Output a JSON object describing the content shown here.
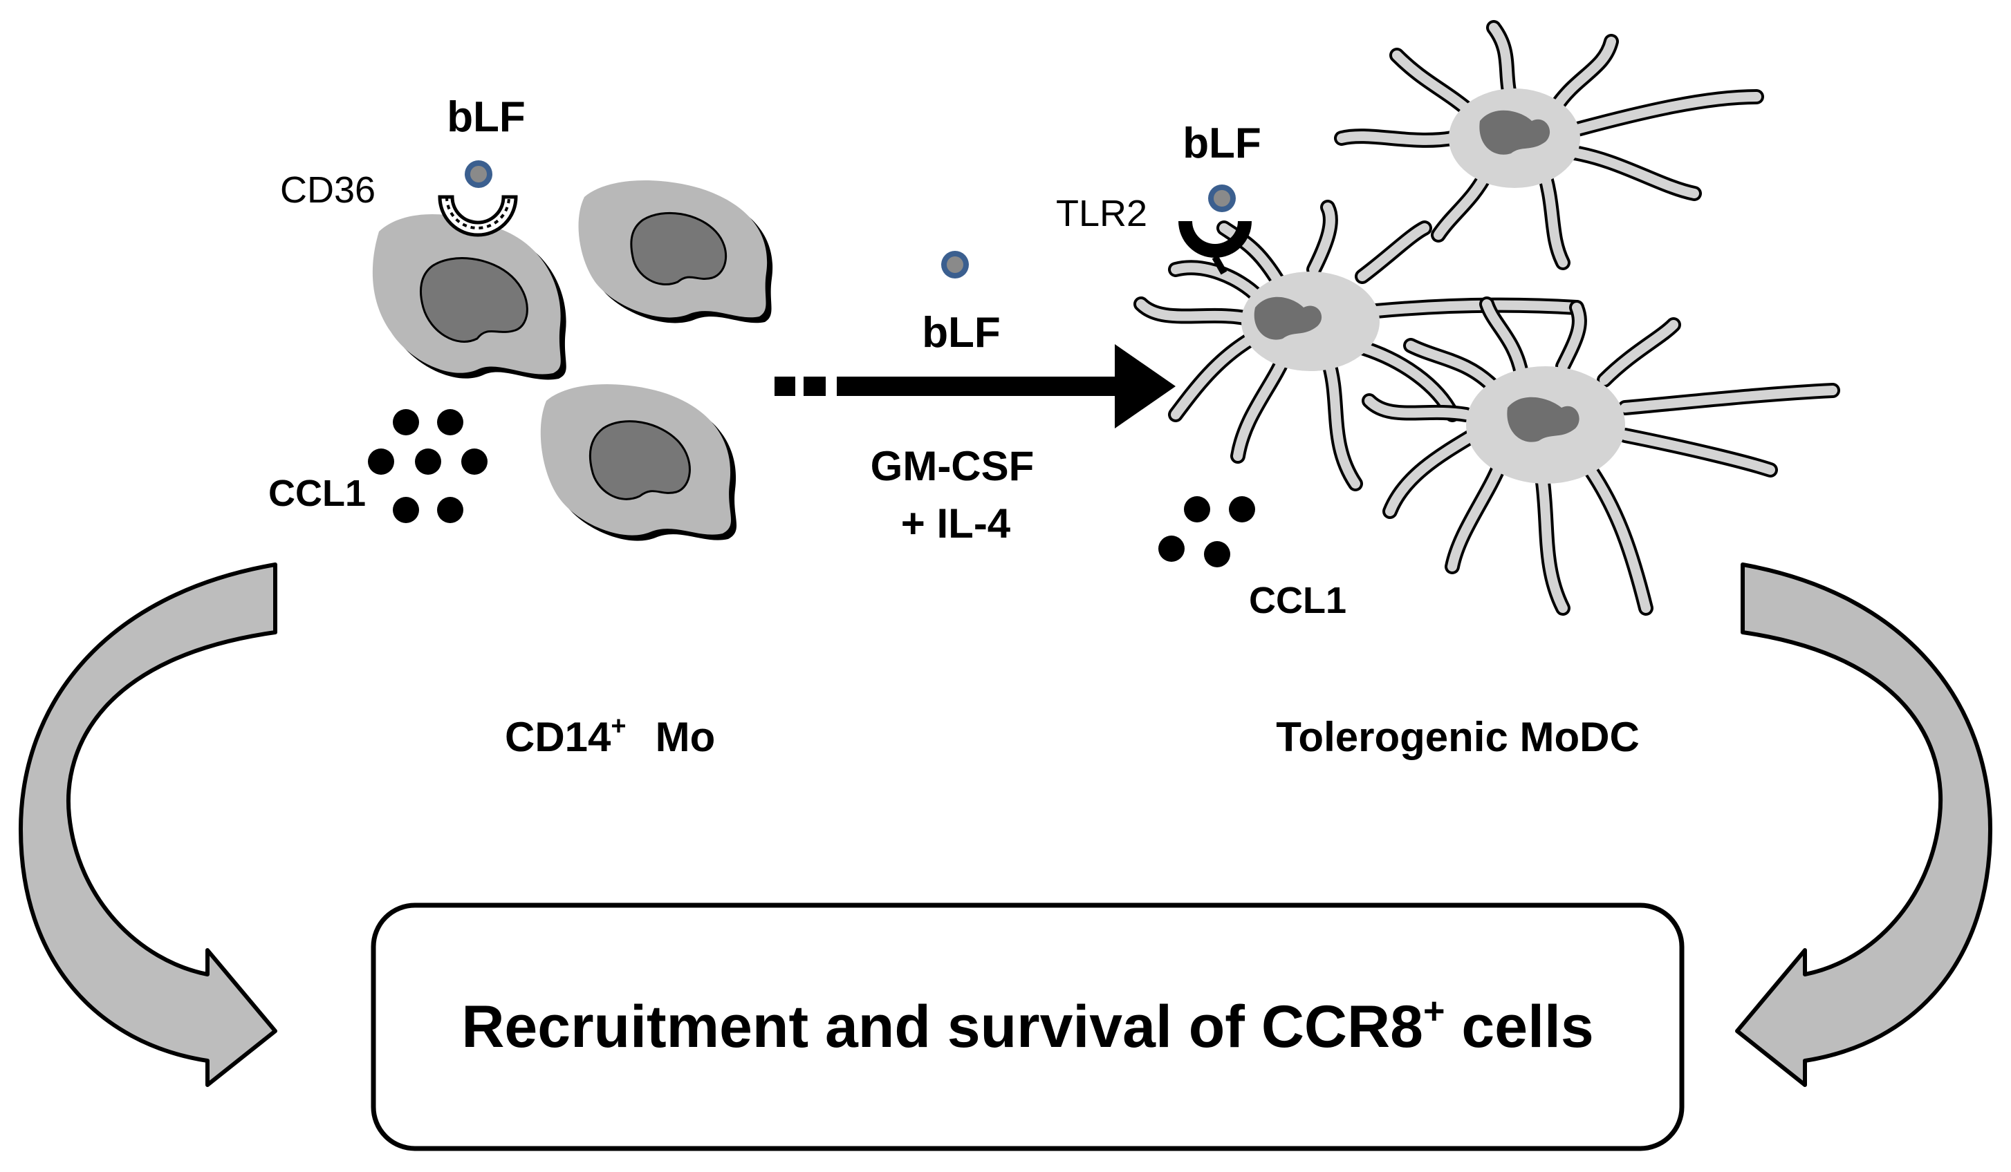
{
  "labels": {
    "blf_top_left": "bLF",
    "cd36": "CD36",
    "ccl1_left": "CCL1",
    "blf_middle": "bLF",
    "gmcsf": "GM-CSF",
    "il4": "+ IL-4",
    "blf_top_right": "bLF",
    "tlr2": "TLR2",
    "ccl1_right": "CCL1",
    "mo_label_main": "CD14",
    "mo_label_sup": "+",
    "mo_label_tail": "Mo",
    "modc_label": "Tolerogenic MoDC",
    "box_text_main": "Recruitment and survival of CCR8",
    "box_text_sup": "+",
    "box_text_tail": " cells"
  },
  "colors": {
    "monocyte_fill": "#b8b8b8",
    "nucleus_fill": "#777777",
    "dc_fill": "#d4d4d4",
    "dc_nucleus": "#6f6f6f",
    "blf_ring": "#3b5f8f",
    "blf_core": "#8a8a8a",
    "arrow_fill": "#bdbdbd",
    "ink": "#000000"
  }
}
